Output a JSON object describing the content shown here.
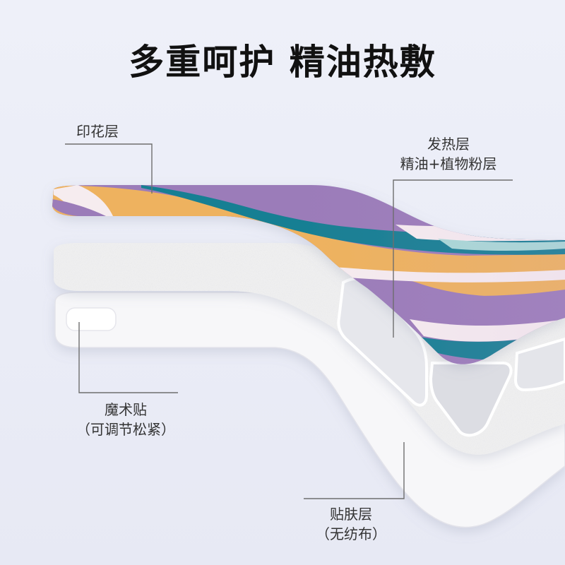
{
  "title": "多重呵护 精油热敷",
  "labels": {
    "print_layer": "印花层",
    "heating_layer_line1": "发热层",
    "heating_layer_line2": "精油+植物粉层",
    "velcro_line1": "魔术贴",
    "velcro_line2": "（可调节松紧）",
    "skin_layer_line1": "贴肤层",
    "skin_layer_line2": "（无纺布）"
  },
  "colors": {
    "purple": "#9b7cb9",
    "teal": "#187f93",
    "orange": "#eeb25e",
    "cream": "#f6ecef",
    "mint": "#a9d9d6",
    "felt": "#f2f2f3",
    "backing": "#f7f7f9"
  }
}
